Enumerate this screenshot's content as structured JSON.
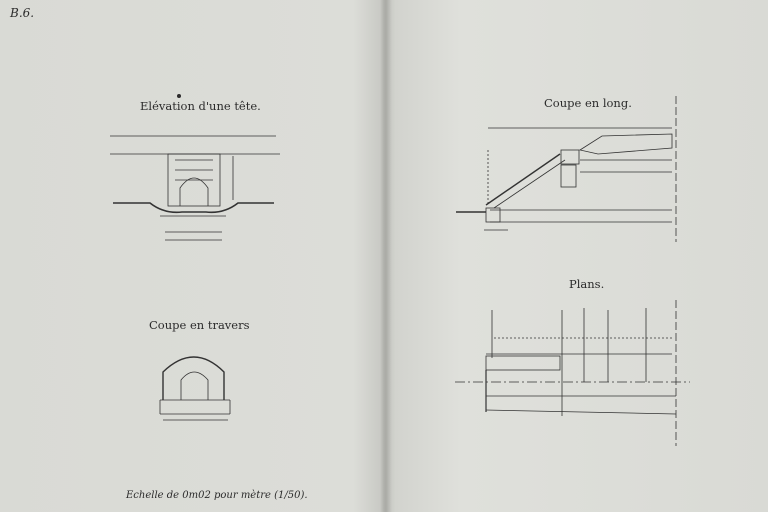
{
  "plate_number": "B.6.",
  "titles": {
    "elevation": "Elévation d'une tête.",
    "coupe_travers": "Coupe en travers",
    "coupe_long": "Coupe en long.",
    "plans": "Plans."
  },
  "scale_text": "Echelle de 0m02 pour mètre (1/50)."
}
